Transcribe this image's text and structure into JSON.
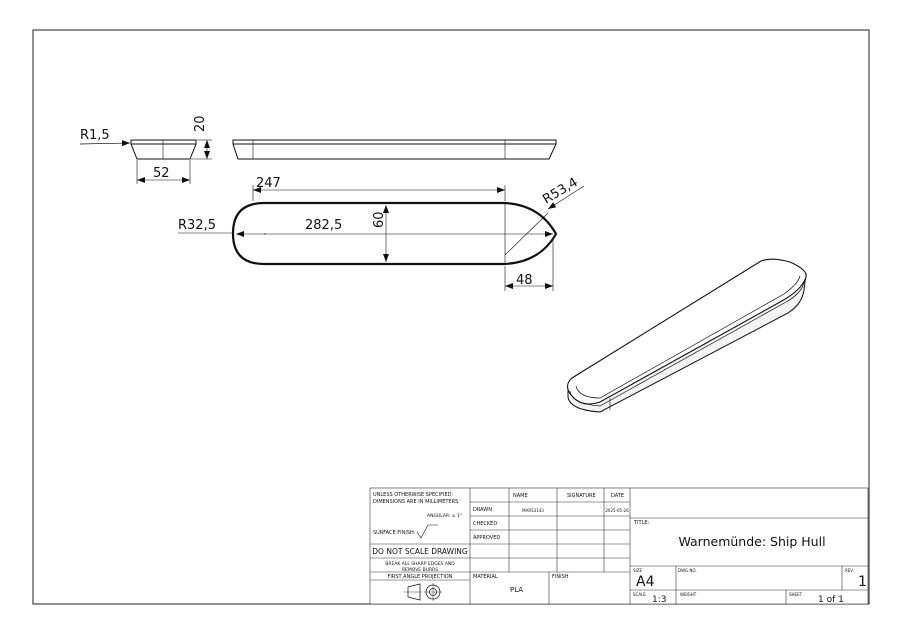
{
  "dimensions": {
    "fillet_radius": "R1,5",
    "height": "20",
    "end_width": "52",
    "straight_length": "247",
    "stern_radius": "R32,5",
    "overall_length": "282,5",
    "beam": "60",
    "bow_radius": "R53,4",
    "bow_length": "48"
  },
  "title_block": {
    "tolerance_note_1": "UNLESS OTHERWISE SPECIFIED:",
    "tolerance_note_2": "DIMENSIONS ARE IN MILLIMETERS",
    "angular": "ANGULAR: ± 1°",
    "surface_finish": "SURFACE FINISH:",
    "no_scale": "DO NOT SCALE DRAWING",
    "break_edges_1": "BREAK ALL SHARP EDGES AND",
    "break_edges_2": "REMOVE BURRS",
    "projection": "FIRST ANGLE PROJECTION",
    "col_name": "NAME",
    "col_signature": "SIGNATURE",
    "col_date": "DATE",
    "row_drawn": "DRAWN",
    "row_checked": "CHECKED",
    "row_approved": "APPROVED",
    "drawn_name": "MARS3143",
    "drawn_date": "2025-05-26",
    "material_label": "MATERIAL",
    "material": "PLA",
    "finish_label": "FINISH",
    "title_label": "TITLE:",
    "title": "Warnemünde: Ship Hull",
    "size_label": "SIZE",
    "size": "A4",
    "dwg_no_label": "DWG NO.",
    "rev_label": "REV",
    "rev": "1",
    "scale_label": "SCALE",
    "scale": "1:3",
    "weight_label": "WEIGHT",
    "sheet_label": "SHEET",
    "sheet": "1 of 1"
  }
}
